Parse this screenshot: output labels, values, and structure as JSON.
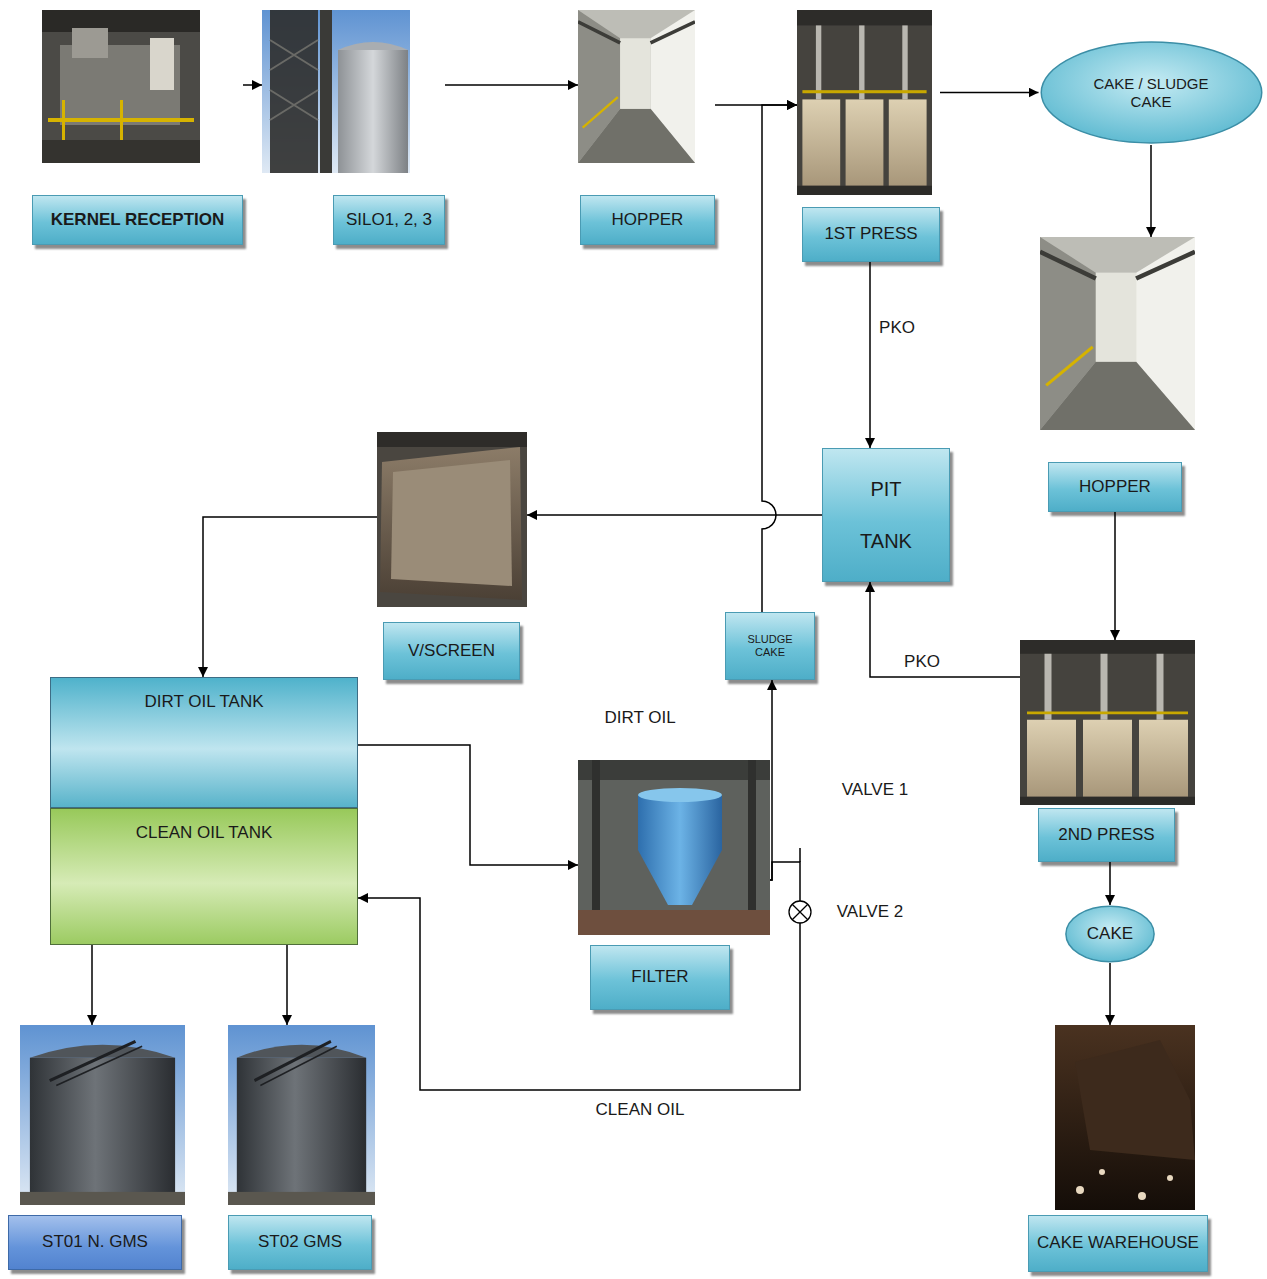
{
  "diagram": {
    "nodes": [
      {
        "text": [
          "KERNEL RECEPTION"
        ]
      },
      {
        "text": [
          "SILO1, 2, 3"
        ]
      },
      {
        "text": [
          "HOPPER"
        ]
      },
      {
        "text": [
          "1ST PRESS"
        ]
      },
      {
        "text": [
          "CAKE / SLUDGE CAKE"
        ]
      },
      {
        "text": [
          "HOPPER"
        ]
      },
      {
        "text": [
          "PIT TANK"
        ]
      },
      {
        "text": [
          "V/SCREEN"
        ]
      },
      {
        "text": [
          "SLUDGE CAKE"
        ]
      },
      {
        "text": [
          "2ND PRESS"
        ]
      },
      {
        "text": [
          "DIRT OIL TANK"
        ]
      },
      {
        "text": [
          "CLEAN OIL TANK"
        ]
      },
      {
        "text": [
          "FILTER"
        ]
      },
      {
        "text": [
          "CAKE"
        ]
      },
      {
        "text": [
          "ST01 N. GMS"
        ]
      },
      {
        "text": [
          "ST02 GMS"
        ]
      },
      {
        "text": [
          "CAKE WAREHOUSE"
        ]
      }
    ],
    "edges": [
      {
        "from": 0,
        "to": 1,
        "arrow": "to"
      },
      {
        "from": 1,
        "to": 2,
        "arrow": "to"
      },
      {
        "from": 2,
        "to": 3,
        "arrow": "to"
      },
      {
        "from": 3,
        "to": 4,
        "arrow": "to"
      },
      {
        "from": 4,
        "to": 5,
        "arrow": "to"
      },
      {
        "from": 5,
        "to": 9,
        "arrow": "to"
      },
      {
        "from": 9,
        "to": 13,
        "arrow": "to"
      },
      {
        "from": 13,
        "to": 16,
        "arrow": "to"
      },
      {
        "from": 3,
        "to": 6,
        "label": "PKO",
        "arrow": "to"
      },
      {
        "from": 9,
        "to": 6,
        "label": "PKO",
        "arrow": "to"
      },
      {
        "from": 6,
        "to": 7,
        "arrow": "to"
      },
      {
        "from": 7,
        "to": 10,
        "arrow": "to"
      },
      {
        "from": 10,
        "to": 12,
        "arrow": "to"
      },
      {
        "from": 12,
        "to": 8,
        "arrow": "to"
      },
      {
        "from": 8,
        "to": 3,
        "arrow": "to"
      },
      {
        "from": 12,
        "to": 11,
        "label": "CLEAN OIL",
        "arrow": "to"
      },
      {
        "from": 11,
        "to": 14,
        "arrow": "to"
      },
      {
        "from": 11,
        "to": 15,
        "arrow": "to"
      }
    ],
    "labels": [
      "DIRT OIL",
      "VALVE 1",
      "VALVE 2"
    ]
  }
}
